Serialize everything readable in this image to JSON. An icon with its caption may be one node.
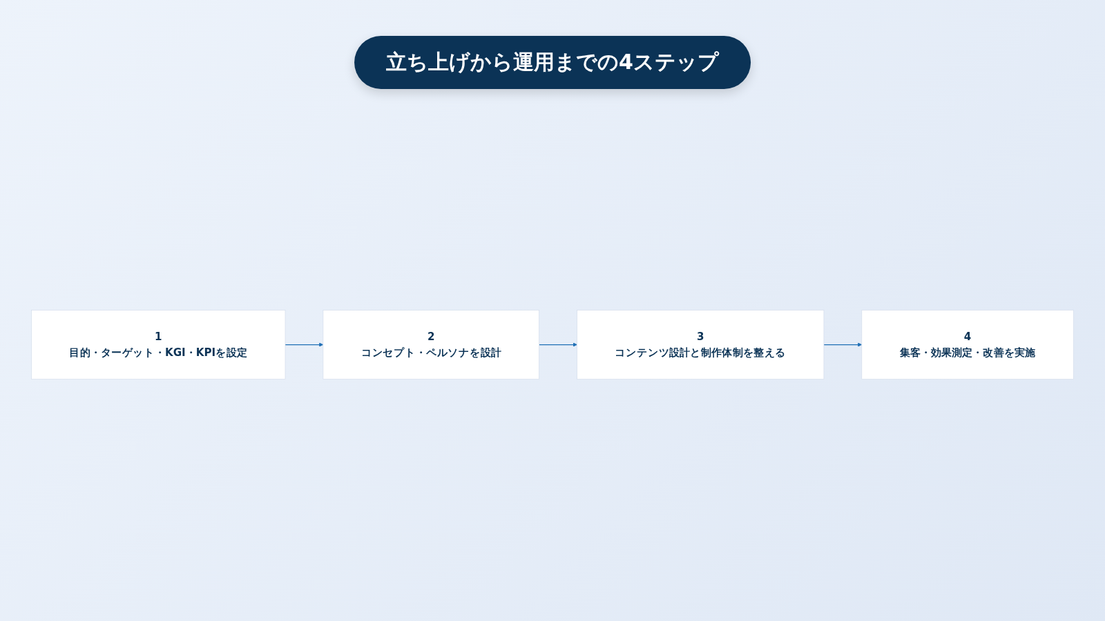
{
  "diagram": {
    "title": "立ち上げから運用までの4ステップ",
    "nodes": [
      {
        "text": [
          "1",
          "目的・ターゲット・KGI・KPIを設定"
        ]
      },
      {
        "text": [
          "2",
          "コンセプト・ペルソナを設計"
        ]
      },
      {
        "text": [
          "3",
          "コンテンツ設計と制作体制を整える"
        ]
      },
      {
        "text": [
          "4",
          "集客・効果測定・改善を実施"
        ]
      }
    ],
    "edges": [
      {
        "from": 0,
        "to": 1,
        "arrow": "to"
      },
      {
        "from": 1,
        "to": 2,
        "arrow": "to"
      },
      {
        "from": 2,
        "to": 3,
        "arrow": "to"
      }
    ]
  }
}
